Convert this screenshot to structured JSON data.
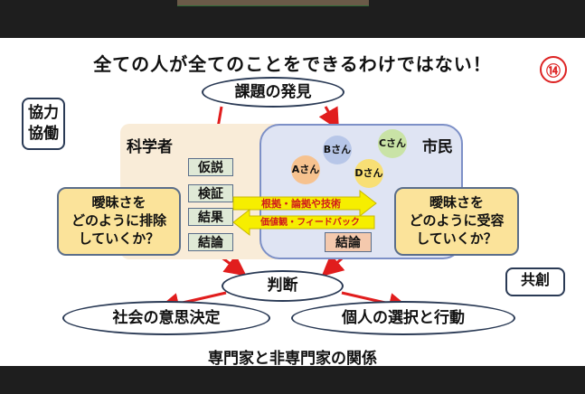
{
  "slide": {
    "title": "全ての人が全てのことをできるわけではない！",
    "page_number": "⑭",
    "top_left_label_1": "協力",
    "top_left_label_2": "協働",
    "right_label": "共創",
    "discovery": "課題の発見",
    "scientists_label": "科学者",
    "citizens_label": "市民",
    "steps": [
      "仮説",
      "検証",
      "結果",
      "結論"
    ],
    "citizen_conclusion": "結論",
    "left_question": [
      "曖昧さを",
      "どのように排除",
      "していくか？"
    ],
    "right_question": [
      "曖昧さを",
      "どのように受容",
      "していくか？"
    ],
    "arrow_right_text": "根拠・論拠や技術",
    "arrow_left_text": "価値観・フィードバック",
    "people": [
      {
        "name": "Aさん",
        "color": "#f6c28f"
      },
      {
        "name": "Bさん",
        "color": "#b7c6e8"
      },
      {
        "name": "Cさん",
        "color": "#c9e3a6"
      },
      {
        "name": "Dさん",
        "color": "#f8df75"
      }
    ],
    "judgment": "判断",
    "social_decision": "社会の意思決定",
    "personal_action": "個人の選択と行動",
    "footer": "専門家と非専門家の関係"
  }
}
